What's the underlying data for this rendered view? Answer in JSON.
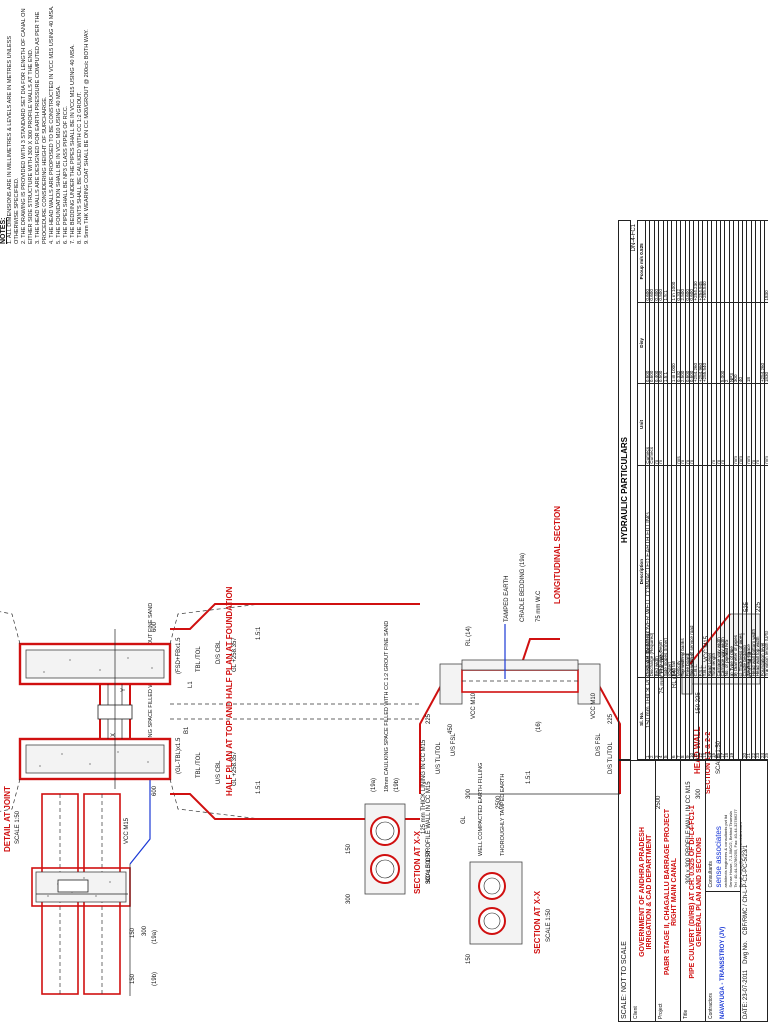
{
  "drawing": {
    "half_plan_title": "HALF PLAN AT TOP AND HALF PLAN AT FOUNDATION",
    "longitudinal_title": "LONGITUDINAL SECTION",
    "detail_title": "DETAIL  AT JOINT",
    "detail_scale": "SCALE 1:50",
    "section_xx_title_1": "SECTION AT X-X",
    "section_xx_scale_1": "SCALE 1:50",
    "section_xx_title_2": "SECTION AT X-X",
    "section_xx_scale_2": "SCALE 1:50",
    "headwall_title": "HEAD WALL",
    "headwall_subtitle": "SECTION 1-1 & 2-2",
    "headwall_scale": "SCALE 1:50",
    "labels": {
      "profile_wall_top": "300 x 300 PROFILE WALL IN CC M15",
      "profile_wall_bottom": "300 x 300 PROFILE WALL IN CC M15",
      "lining": "125 mm THICK LINING IN CC M15",
      "us_cbl": "U/S CBL",
      "ds_cbl": "D/S CBL",
      "us_stl": "U/S TL/TOL",
      "us_fsl": "U/S FSL",
      "ds_stl": "D/S TL/TOL",
      "ds_fsl": "D/S FSL",
      "gl_top": "GL +258.357",
      "gl_bottom": "GL +258.357",
      "tbl_tol_top": "TBL /TOL",
      "tbl_tol_bottom": "TBL /TOL",
      "gl": "GL",
      "vcc_m10": "VCC M10",
      "tamped_earth": "TAMPED EARTH",
      "cradle_bedding": "CRADLE BEDDING (19a)",
      "wc_75": "75 mm W.C",
      "rl": "RL (14)",
      "slope_151": "1.5:1",
      "slope_151b": "1.5:1",
      "dim_2500": "2500",
      "dim_2500b": "2500",
      "dim_300": "300",
      "dim_300b": "300",
      "dim_225": "225",
      "dim_225b": "225",
      "dim_450": "450",
      "dim_16": "(16)",
      "dim_600": "600",
      "dim_600b": "600",
      "fsd_top": "(FSD+FBx1.5",
      "gl_tbl": "(GL-TBL)x1.5",
      "l1": "L1",
      "b1": "B1",
      "x": "X",
      "y": "Y",
      "joint_fill": "18mm CAULKING SPACE FILLED WITH CC 1:2 GROUT FINE SAND",
      "vcc_m15": "VCC M15",
      "dim_150": "150",
      "dim_19a": "(19a)",
      "dim_19b": "(19b)",
      "well_compacted": "WELL COMPACTED EARTH FILLING",
      "thoroughly_tamped": "THOROUGHLY TAMPED EARTH",
      "slab_note": "150 mm THICK PCC SLAB IN M10 OVER WELL COMPACTED EARTH FILLING",
      "hw_wc": "75 mm Thk. W.C",
      "hw_rl": "RL (14)",
      "hw_vcc_m15": "VCC M15",
      "hw_vcc_m10": "VCC M10",
      "hw_varies": "Varies",
      "hw_dim_525": "525",
      "hw_dim_225": "225",
      "hw_dim_150": "150 225"
    }
  },
  "notes": {
    "heading": "NOTES:",
    "items": [
      "1. ALL DIMENSIONS ARE IN MILLIMETRES & LEVELS ARE IN METRES UNLESS OTHERWISE SPECIFIED.",
      "2. THE DRAWING IS PROVIDED WITH 3 STANDARD SET DIA FOR LENGTH OF CANAL ON EITHER SIDE STRUCTURE WITH 300 X 300 PROFILE WALLS AT THE END.",
      "3. THE HEAD WALLS ARE DESIGNED FOR EARTH PRESSURE COMPUTED AS PER THE PROCEDURE CONSIDERING HEIGHT OF SURCHARGE.",
      "4. THE HEAD WALLS ARE PROPOSED TO BE CONSTRUCTED IN VCC M15 USING 40 MSA.",
      "5. THE FOUNDATION SHALL BE IN VCC M10 USING 40 MSA.",
      "6. THE PIPES SHALL BE NP3 CLASS PIPES OF RCC.",
      "7. THE BEDDING UNDER THE PIPES SHALL BE IN VCC M15 USING 40 MSA.",
      "8. THE JOINTS SHALL BE CAULKED WITH CC 1:2 GROUT.",
      "9. 5mm THK WEARING COAT SHALL BE ON CC M20/GROUT @ 200c/c BOTH WAY."
    ]
  },
  "hydraulic": {
    "title": "HYDRAULIC PARTICULARS",
    "structure_label": "DN-4-FC1",
    "headers": [
      "Sl. No.",
      "Description",
      "Unit",
      "Disy",
      "Pcoup m/s 0.525"
    ],
    "rows": [
      [
        "1",
        "Discharge (Designed)",
        "Cumecs",
        "0.600",
        "0.600"
      ],
      [
        "2",
        "Discharge (Required)",
        "Cumecs",
        "0.600",
        "0.600"
      ],
      [
        "3",
        "Bed width",
        "m",
        "0.400",
        "0.400"
      ],
      [
        "4",
        "Full Supply Depth",
        "m",
        "0.500",
        "0.500"
      ],
      [
        "5",
        "Side slopes (Inner)",
        "",
        "1.5:1",
        "1.5:1"
      ],
      [
        "",
        "(Outer)",
        "",
        "",
        ""
      ],
      [
        "6",
        "Bed fall",
        "",
        "1 in 1000",
        "1 in 1000"
      ],
      [
        "7",
        "Velocity",
        "m/s",
        "0.332",
        "0.332"
      ],
      [
        "8",
        "Top width of banks",
        "m",
        "2.500",
        "2.500"
      ],
      [
        "9",
        "Free board",
        "m",
        "0.600",
        "0.600"
      ],
      [
        "10",
        "Top width of service road",
        "m",
        "0.600",
        "0.600"
      ],
      [
        "11",
        "C.B.L.",
        "",
        "+254.260",
        "+254.230"
      ],
      [
        "12",
        "F.S.L.",
        "",
        "+254.960",
        "+254.945"
      ],
      [
        "13",
        "T.B.L.",
        "",
        "+255.540",
        "+255.540"
      ],
      [
        "14",
        "Road Level",
        "",
        "",
        ""
      ],
      [
        "15",
        "Total length",
        "m",
        "",
        ""
      ],
      [
        "16",
        "Carriage way width",
        "m",
        "",
        ""
      ],
      [
        "17",
        "Carriage way width",
        "m",
        "5.000",
        ""
      ],
      [
        "18",
        "No. of pipes",
        "",
        "2",
        ""
      ],
      [
        "19",
        "a) Type of pipe",
        "",
        "NP3",
        ""
      ],
      [
        "",
        "b) Diameter of pipes",
        "mm",
        "300",
        ""
      ],
      [
        "",
        "c) Thickness of pipes",
        "mm",
        "40",
        ""
      ],
      [
        "20",
        "Cradle bedding",
        "",
        "",
        ""
      ],
      [
        "21",
        "Caulking Space",
        "mm",
        "18",
        ""
      ],
      [
        "22",
        "Head wall bottom width",
        "m",
        "",
        ""
      ],
      [
        "23",
        "Head wall top width",
        "m",
        "",
        ""
      ],
      [
        "24",
        "Foundation level",
        "",
        "+254.260",
        ""
      ],
      [
        "25",
        "Transition length (U/S)",
        "mm",
        "1830",
        "1830"
      ],
      [
        "26",
        "Transition length (D/S)",
        "mm",
        "1830",
        "1830"
      ],
      [
        "27",
        "Transition width",
        "mm",
        "880",
        "880"
      ],
      [
        "28",
        "Profile wall thickness",
        "m",
        "0.200",
        ""
      ],
      [
        "29",
        "Foundation thickness",
        "m",
        "0.450",
        ""
      ],
      [
        "30",
        "Top width of Head wall",
        "m",
        "0.450",
        ""
      ],
      [
        "31",
        "Bottom width of Head wall",
        "m",
        "1.050",
        ""
      ],
      [
        "32",
        "Base width of wing",
        "m",
        "0.450",
        ""
      ],
      [
        "33",
        "Pier of wing",
        "m",
        "1.000",
        ""
      ]
    ]
  },
  "title_block": {
    "scale": "SCALE: NOT TO SCALE",
    "date_label": "DATE: 23-07-2011",
    "dwg_no_label": "Dwg No.",
    "dwg_no": "CBF/RMC / Ch-L-P-C1-PC-5/23/1",
    "client_label": "Client",
    "client_1": "GOVERNMENT OF ANDHRA PRADESH",
    "client_2": "IRRIGATION & CAD DEPARTMENT",
    "project_label": "Project",
    "project_1": "PABR STAGE II, CHAGALLU BARRAGE PROJECT",
    "project_2": "RIGHT MAIN CANAL",
    "title_label": "Title",
    "title_1": "PIPE CULVERT (DI/RB) AT CH: 0.525 OF  DI-L4-FC1-1",
    "title_2": "GENERAL PLAN AND SECTIONS",
    "contractors_label": "Contractors",
    "contractors": "NAVAYUGA - TRANSSTROY (JV)",
    "consultants_label": "Consultants",
    "consultants_name": "sense associates",
    "consultants_sub": "architects engineers & consultants pvt ltd",
    "consultants_addr_1": "Sense House, 7-1-58/C/2, Behind Tirumala",
    "consultants_addr_2": "Tel : 40-44-32786255, Fax: 40-44-32786277",
    "consultants_addr_3": "Email: sense@senseassociates.com",
    "accent": "#d01010",
    "blue": "#1b39d6"
  }
}
